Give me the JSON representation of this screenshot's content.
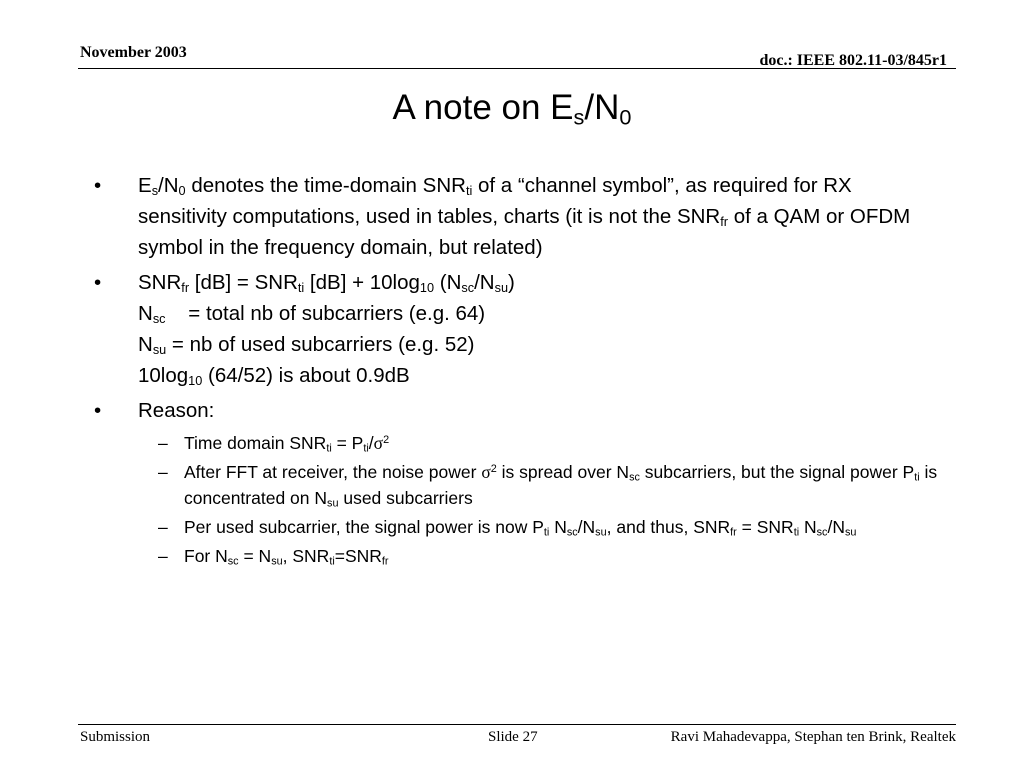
{
  "header": {
    "date": "November 2003",
    "doc_id": "doc.: IEEE 802.11-03/845r1"
  },
  "title": {
    "main": "A note on E",
    "sub1": "s",
    "mid": "/N",
    "sub2": "0"
  },
  "bullets": {
    "b1": {
      "t1": "E",
      "s1": "s",
      "t2": "/N",
      "s2": "0",
      "t3": " denotes the time-domain SNR",
      "s3": "ti",
      "t4": " of a “channel symbol”, as required for RX sensitivity computations, used in tables, charts (it is not the SNR",
      "s4": "fr",
      "t5": " of a QAM or OFDM symbol in the frequency domain, but related)"
    },
    "b2": {
      "l1": {
        "t1": "SNR",
        "s1": "fr",
        "t2": " [dB] = SNR",
        "s2": "ti",
        "t3": " [dB] + 10log",
        "s3": "10",
        "t4": " (N",
        "s4": "sc",
        "t5": "/N",
        "s5": "su",
        "t6": ")"
      },
      "l2": {
        "t1": "N",
        "s1": "sc",
        "t2": "    = total nb of subcarriers (e.g. 64)"
      },
      "l3": {
        "t1": "N",
        "s1": "su",
        "t2": " = nb of used subcarriers (e.g. 52)"
      },
      "l4": {
        "t1": "10log",
        "s1": "10",
        "t2": " (64/52) is about 0.9dB"
      }
    },
    "b3": {
      "text": "Reason:"
    }
  },
  "sub_bullets": {
    "r1": {
      "t1": "Time domain SNR",
      "s1": "ti",
      "t2": " = P",
      "s2": "ti",
      "t3": "/",
      "sig": "σ",
      "p1": "2"
    },
    "r2": {
      "t1": "After FFT at receiver, the noise power ",
      "sig": "σ",
      "p1": "2",
      "t2": " is spread over N",
      "s1": "sc",
      "t3": " subcarriers, but the signal power P",
      "s2": "ti",
      "t4": " is concentrated on N",
      "s3": "su",
      "t5": " used subcarriers"
    },
    "r3": {
      "t1": "Per used subcarrier, the signal power is now P",
      "s1": "ti",
      "t2": " N",
      "s2": "sc",
      "t3": "/N",
      "s3": "su",
      "t4": ", and thus, SNR",
      "s4": "fr",
      "t5": " = SNR",
      "s5": "ti",
      "t6": " N",
      "s6": "sc",
      "t7": "/N",
      "s7": "su"
    },
    "r4": {
      "t1": "For N",
      "s1": "sc",
      "t2": " = N",
      "s2": "su",
      "t3": ", SNR",
      "s3": "ti",
      "t4": "=SNR",
      "s4": "fr"
    }
  },
  "bullet_symbols": {
    "level1": "•",
    "level2": "–"
  },
  "footer": {
    "left": "Submission",
    "slide": "Slide 27",
    "authors": "Ravi Mahadevappa, Stephan ten Brink, Realtek"
  }
}
